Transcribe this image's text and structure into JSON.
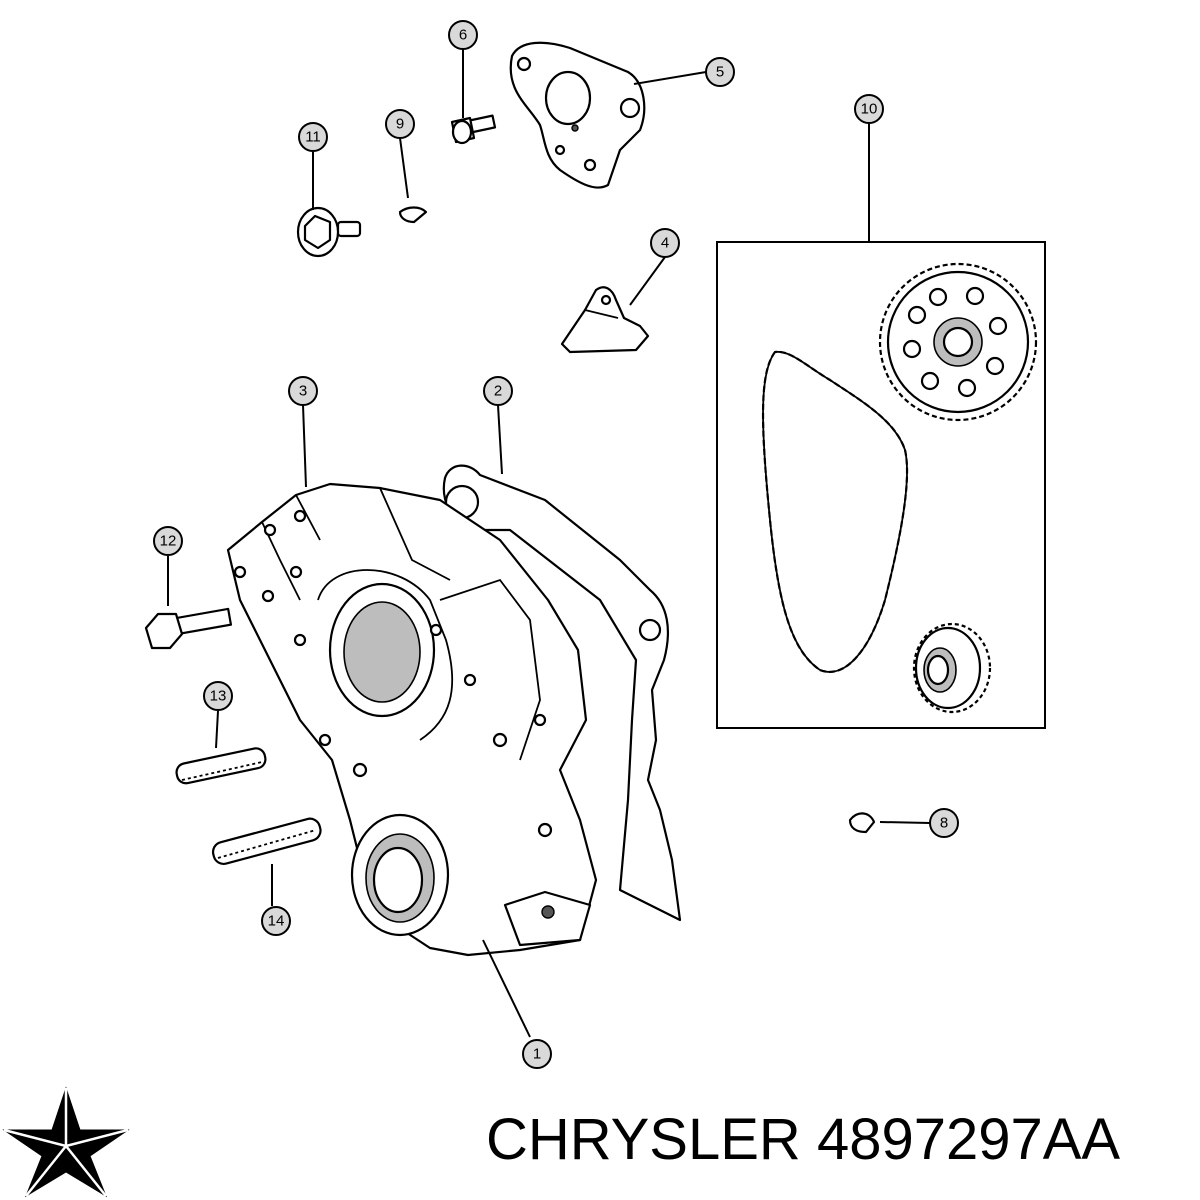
{
  "brand": "CHRYSLER",
  "part_number": "4897297AA",
  "callouts": [
    "1",
    "2",
    "3",
    "4",
    "5",
    "6",
    "8",
    "9",
    "10",
    "11",
    "12",
    "13",
    "14"
  ],
  "logo": {
    "icon": "pentastar-icon",
    "color": "#000000"
  }
}
